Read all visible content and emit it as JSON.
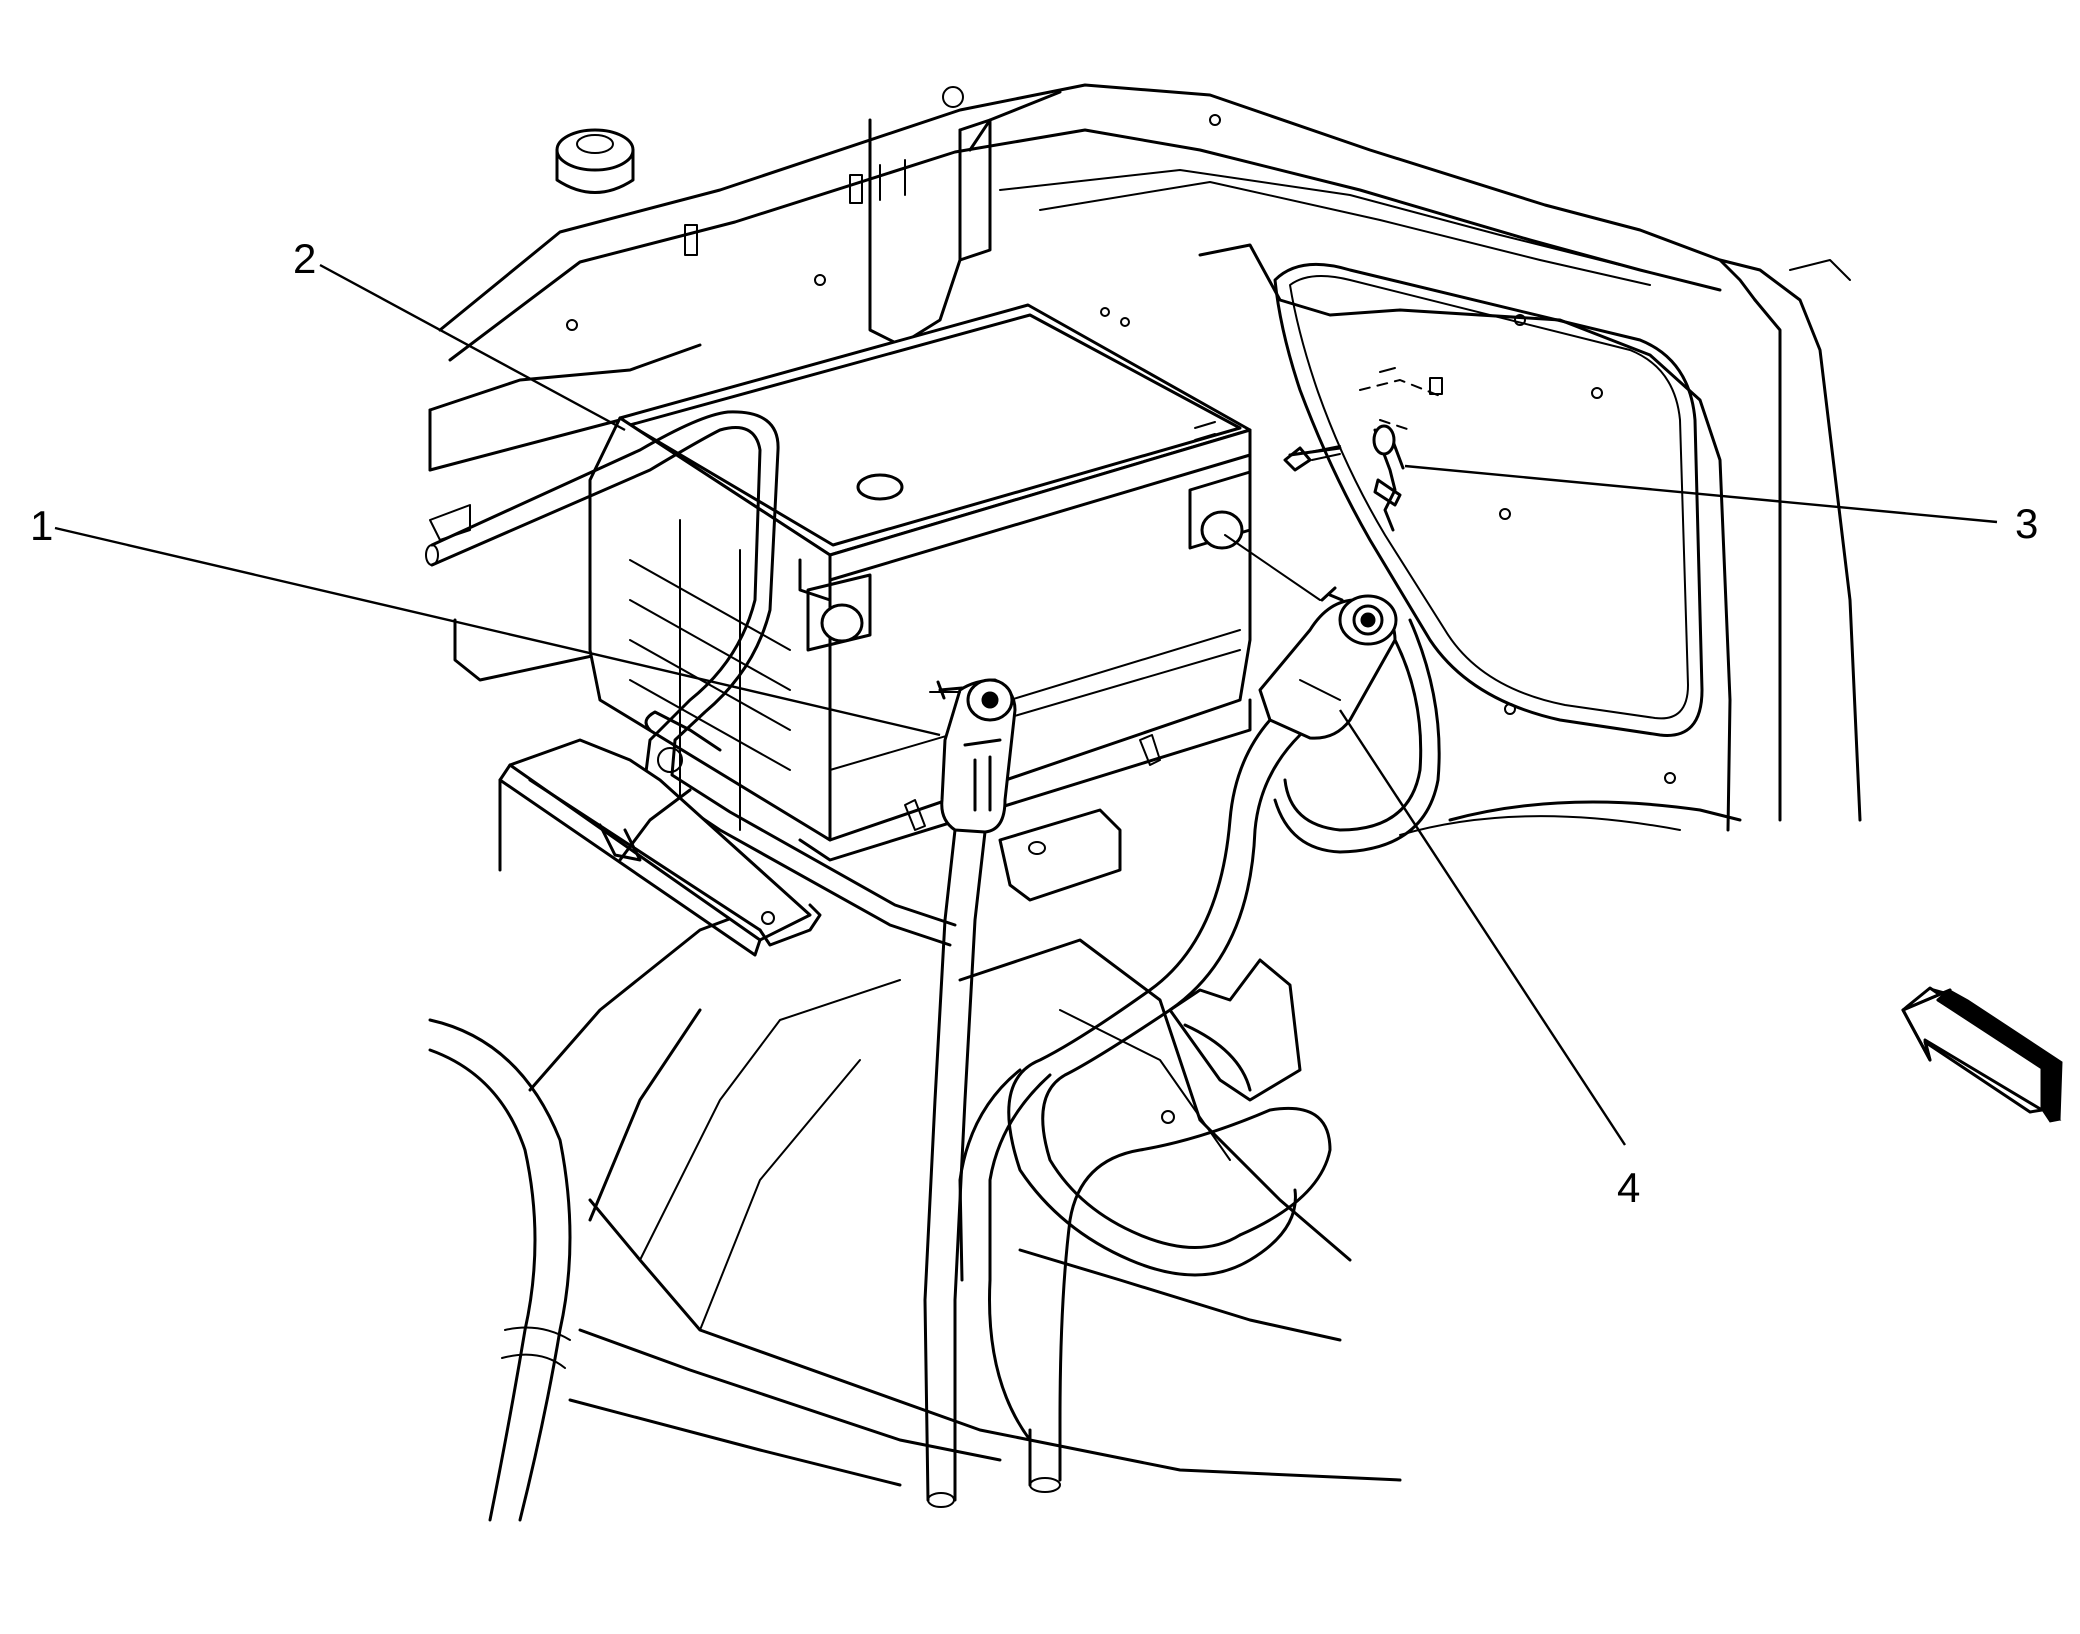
{
  "callouts": [
    {
      "id": "1",
      "label": "1"
    },
    {
      "id": "2",
      "label": "2"
    },
    {
      "id": "3",
      "label": "3"
    },
    {
      "id": "4",
      "label": "4"
    }
  ],
  "icons": {
    "view_arrow": "view-direction-arrow-icon"
  }
}
